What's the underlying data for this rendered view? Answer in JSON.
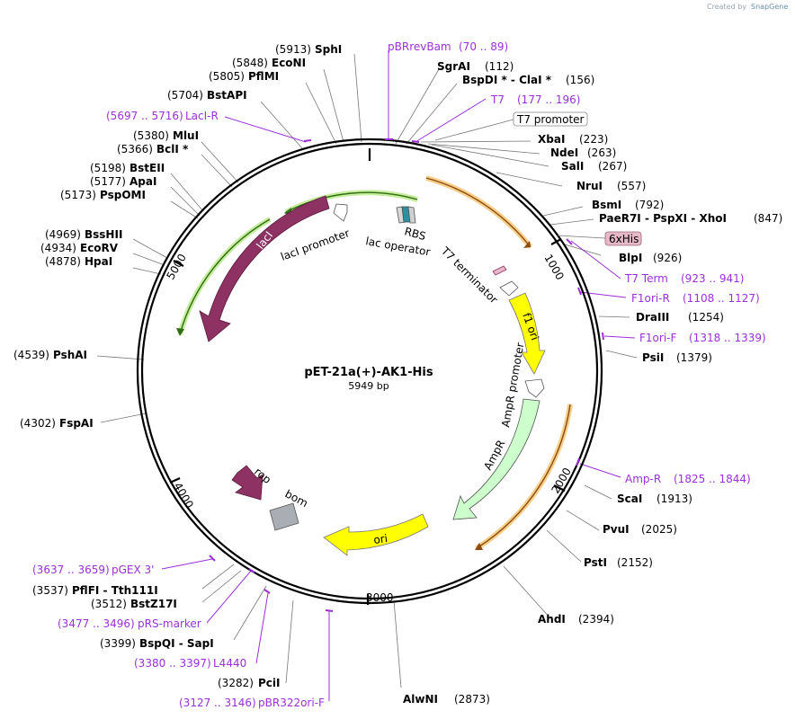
{
  "header": {
    "credit_text": "Created by",
    "credit_brand": "SnapGene"
  },
  "map": {
    "name": "pET-21a(+)-AK1-His",
    "length_label": "5949 bp",
    "ticks": [
      "1000",
      "2000",
      "3000",
      "4000",
      "5000"
    ]
  },
  "features": [
    {
      "label": "lacI",
      "color": "#8e3163"
    },
    {
      "label": "lacI promoter",
      "color": "#ffffff"
    },
    {
      "label": "RBS",
      "color": "#d0d0d0"
    },
    {
      "label": "lac operator",
      "color": "#2e8fa3"
    },
    {
      "label": "T7 terminator",
      "color": "#ffffff"
    },
    {
      "label": "f1 ori",
      "color": "#ffff00"
    },
    {
      "label": "AmpR promoter",
      "color": "#ffffff"
    },
    {
      "label": "AmpR",
      "color": "#ccffcc"
    },
    {
      "label": "ori",
      "color": "#ffff00"
    },
    {
      "label": "rop",
      "color": "#8e3163"
    },
    {
      "label": "bom",
      "color": "#a8a8a8"
    },
    {
      "label": "T7 promoter",
      "color": "#ffffff"
    },
    {
      "label": "6xHis",
      "color": "#e6b8c8"
    }
  ],
  "enzymes_right": [
    {
      "name": "SgrAI",
      "pos": "(112)"
    },
    {
      "name": "BspDI *  -  ClaI *",
      "pos": "(156)"
    },
    {
      "name": "XbaI",
      "pos": "(223)"
    },
    {
      "name": "NdeI",
      "pos": "(263)"
    },
    {
      "name": "SalI",
      "pos": "(267)"
    },
    {
      "name": "NruI",
      "pos": "(557)"
    },
    {
      "name": "BsmI",
      "pos": "(792)"
    },
    {
      "name": "PaeR7I  -  PspXI  -  XhoI",
      "pos": "(847)"
    },
    {
      "name": "BlpI",
      "pos": "(926)"
    },
    {
      "name": "DraIII",
      "pos": "(1254)"
    },
    {
      "name": "PsiI",
      "pos": "(1379)"
    },
    {
      "name": "ScaI",
      "pos": "(1913)"
    },
    {
      "name": "PvuI",
      "pos": "(2025)"
    },
    {
      "name": "PstI",
      "pos": "(2152)"
    },
    {
      "name": "AhdI",
      "pos": "(2394)"
    },
    {
      "name": "AlwNI",
      "pos": "(2873)"
    }
  ],
  "enzymes_left": [
    {
      "name": "SphI",
      "pos": "(5913)"
    },
    {
      "name": "EcoNI",
      "pos": "(5848)"
    },
    {
      "name": "PflMI",
      "pos": "(5805)"
    },
    {
      "name": "BstAPI",
      "pos": "(5704)"
    },
    {
      "name": "MluI",
      "pos": "(5380)"
    },
    {
      "name": "BclI *",
      "pos": "(5366)"
    },
    {
      "name": "BstEII",
      "pos": "(5198)"
    },
    {
      "name": "ApaI",
      "pos": "(5177)"
    },
    {
      "name": "PspOMI",
      "pos": "(5173)"
    },
    {
      "name": "BssHII",
      "pos": "(4969)"
    },
    {
      "name": "EcoRV",
      "pos": "(4934)"
    },
    {
      "name": "HpaI",
      "pos": "(4878)"
    },
    {
      "name": "PshAI",
      "pos": "(4539)"
    },
    {
      "name": "FspAI",
      "pos": "(4302)"
    },
    {
      "name": "PflFI  -  Tth111I",
      "pos": "(3537)"
    },
    {
      "name": "BstZ17I",
      "pos": "(3512)"
    },
    {
      "name": "BspQI  -  SapI",
      "pos": "(3399)"
    },
    {
      "name": "PciI",
      "pos": "(3282)"
    }
  ],
  "primers": [
    {
      "name": "pBRrevBam",
      "range": "(70 .. 89)"
    },
    {
      "name": "T7",
      "range": "(177 .. 196)"
    },
    {
      "name": "LacI-R",
      "range": "(5697 .. 5716)"
    },
    {
      "name": "T7 Term",
      "range": "(923 .. 941)"
    },
    {
      "name": "F1ori-R",
      "range": "(1108 .. 1127)"
    },
    {
      "name": "F1ori-F",
      "range": "(1318 .. 1339)"
    },
    {
      "name": "Amp-R",
      "range": "(1825 .. 1844)"
    },
    {
      "name": "pGEX 3'",
      "range": "(3637 .. 3659)"
    },
    {
      "name": "pRS-marker",
      "range": "(3477 .. 3496)"
    },
    {
      "name": "L4440",
      "range": "(3380 .. 3397)"
    },
    {
      "name": "pBR322ori-F",
      "range": "(3127 .. 3146)"
    }
  ],
  "colors": {
    "primer": "#9b30d9",
    "backbone": "#000000",
    "orange_outline": "#e8a030",
    "green_outline": "#7bc640"
  }
}
